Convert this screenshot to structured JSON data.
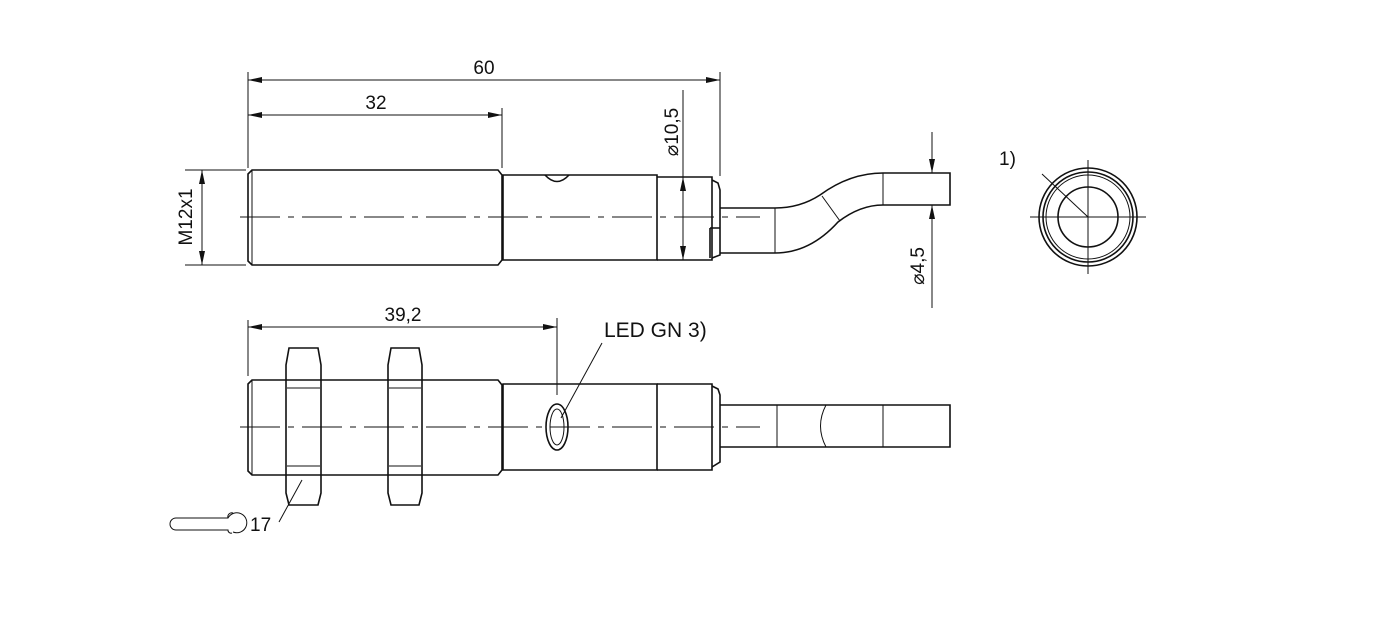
{
  "dimensions": {
    "overall_length": "60",
    "thread_length": "32",
    "thread": "M12x1",
    "housing_diameter": "⌀10,5",
    "cable_diameter": "⌀4,5",
    "led_position": "39,2",
    "wrench_size": "17"
  },
  "notes": {
    "front_view": "1)",
    "led": "LED GN 3)"
  },
  "icons": [
    "wrench-icon",
    "diameter-symbol"
  ]
}
